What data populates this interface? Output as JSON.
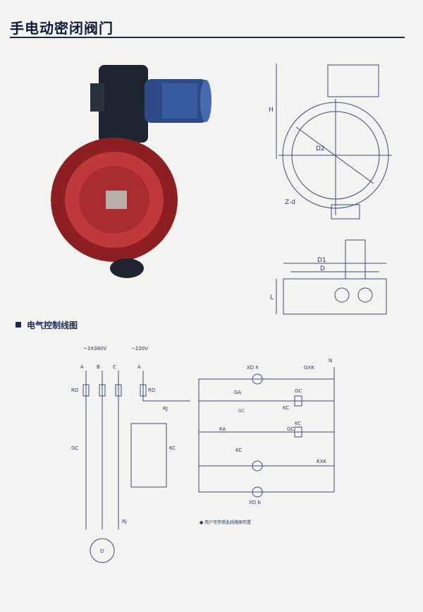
{
  "title": "手电动密闭阀门",
  "section_heading": "电气控制线图",
  "drawing_labels": {
    "H": "H",
    "D2": "D2",
    "Zd": "Z-d",
    "D1": "D1",
    "D": "D",
    "L": "L"
  },
  "circuit_labels": {
    "supply_3ph": "~3X380V",
    "supply_1ph": "~220V",
    "A": "A",
    "B": "B",
    "C": "C",
    "A2": "A",
    "RD_left": "RD",
    "RD_right": "RD",
    "RJ_top": "RJ",
    "GC_left": "GC",
    "KC_left": "KC",
    "RJ_bottom": "RJ",
    "motor": "D",
    "XDh": "XD h",
    "GXK": "GXK",
    "GA": "GA",
    "GC_ctrl1": "GC",
    "GC_coil": "GC",
    "KC_ctrl": "KC",
    "KA": "KA",
    "GC_ctrl2": "GC",
    "KC_ctrl2": "KC",
    "KC_coil": "KC",
    "KXK": "KXK",
    "XDb": "XD b",
    "N": "N"
  },
  "note": "● 用户可参照此线路图布置",
  "colors": {
    "navy": "#1a2a55",
    "red_body": "#a3262a",
    "motor_blue": "#2c4a86",
    "line": "#3a4a80"
  }
}
